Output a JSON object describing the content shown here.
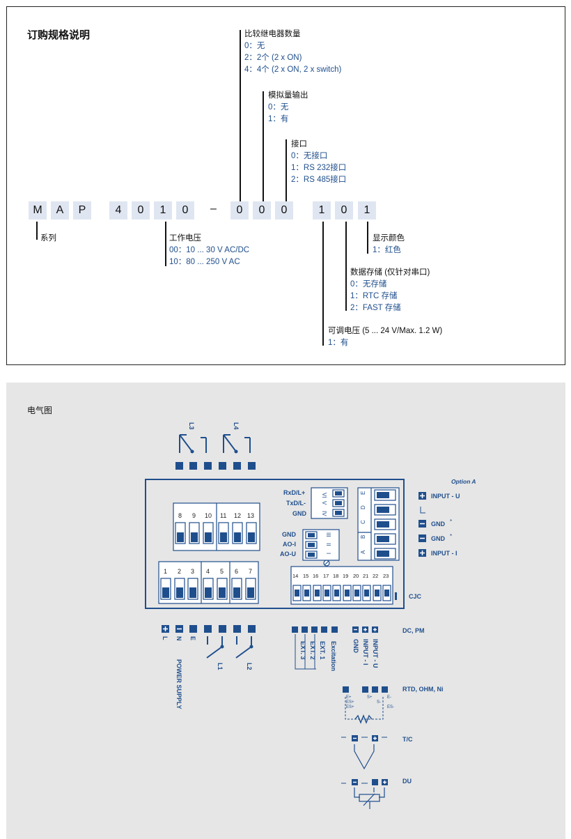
{
  "order": {
    "title": "订购规格说明",
    "code_boxes": [
      "M",
      "A",
      "P",
      "4",
      "0",
      "1",
      "0",
      "0",
      "0",
      "0",
      "1",
      "0",
      "1"
    ],
    "dash": "–",
    "relays": {
      "label": "比较继电器数量",
      "options": [
        "0：无",
        "2：2个 (2 x ON)",
        "4：4个 (2 x ON, 2 x switch)"
      ]
    },
    "analog": {
      "label": "模拟量输出",
      "options": [
        "0：无",
        "1：有"
      ]
    },
    "interface": {
      "label": "接口",
      "options": [
        "0：无接口",
        "1：RS 232接口",
        "2：RS 485接口"
      ]
    },
    "series": {
      "label": "系列"
    },
    "supply": {
      "label": "工作电压",
      "options": [
        "00：10 ... 30 V AC/DC",
        "10：80 ... 250 V AC"
      ]
    },
    "display": {
      "label": "显示颜色",
      "options": [
        "1：红色"
      ]
    },
    "storage": {
      "label": "数据存储 (仅针对串口)",
      "options": [
        "0：无存储",
        "1：RTC 存储",
        "2：FAST 存储"
      ]
    },
    "adjust": {
      "label": "可调电压 (5 ... 24 V/Max. 1.2 W)",
      "options": [
        "1：有"
      ]
    }
  },
  "wiring": {
    "title": "电气图",
    "relay_labels": [
      "L3",
      "L4",
      "L1",
      "L2"
    ],
    "terminals_top": [
      "8",
      "9",
      "10",
      "11",
      "12",
      "13"
    ],
    "terminals_bottom": [
      "1",
      "2",
      "3",
      "4",
      "5",
      "6",
      "7"
    ],
    "terminals_right": [
      "14",
      "15",
      "16",
      "17",
      "18",
      "19",
      "20",
      "21",
      "22",
      "23"
    ],
    "serial": [
      "RxD/L+",
      "TxD/L-",
      "GND"
    ],
    "serial_marks": [
      "VI",
      "V",
      "IV"
    ],
    "analog": [
      "GND",
      "AO-I",
      "AO-U"
    ],
    "analog_marks": [
      "III",
      "II",
      "I"
    ],
    "option_a": "Option A",
    "input_labels": [
      "INPUT - U",
      "GND",
      "GND",
      "INPUT - I"
    ],
    "gnd_mark": "*",
    "abcde": [
      "E",
      "D",
      "C",
      "B",
      "A"
    ],
    "cjc": "CJC",
    "power": [
      "L",
      "N",
      "E"
    ],
    "power_supply": "POWER SUPPLY",
    "dc_pm": "DC, PM",
    "ext": [
      "EXT. 3",
      "EXT. 2",
      "EXT. 1",
      "Excitation"
    ],
    "inputs_bottom": [
      "GND",
      "INPUT - I",
      "INPUT - U"
    ],
    "rtd": "RTD, OHM, Ni",
    "rtd_marks": [
      "E+",
      "ES+",
      "ES+",
      "S+",
      "S-",
      "E-",
      "ES-"
    ],
    "tc": "T/C",
    "du": "DU",
    "blue": "#1f4e8c"
  }
}
